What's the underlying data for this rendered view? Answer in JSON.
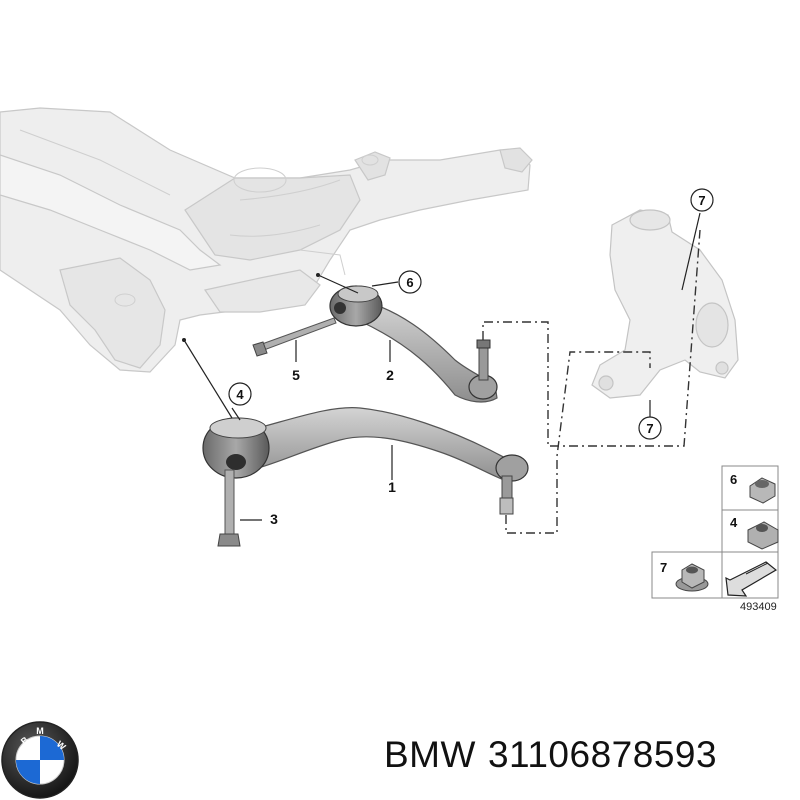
{
  "parts": [
    {
      "id": "1",
      "label": "1"
    },
    {
      "id": "2",
      "label": "2"
    },
    {
      "id": "3",
      "label": "3"
    },
    {
      "id": "4",
      "label": "4"
    },
    {
      "id": "5",
      "label": "5"
    },
    {
      "id": "6",
      "label": "6"
    },
    {
      "id": "7",
      "label": "7"
    }
  ],
  "callouts": {
    "c4": "4",
    "c6": "6",
    "c7_top": "7",
    "c7_bottom": "7"
  },
  "legend": {
    "items": [
      {
        "label": "6",
        "icon": "hex-nut-icon"
      },
      {
        "label": "4",
        "icon": "square-nut-icon"
      },
      {
        "label": "7",
        "icon": "flange-nut-icon"
      }
    ],
    "direction_icon": "arrow-icon"
  },
  "diagram_code": "493409",
  "caption": {
    "brand": "BMW",
    "part_number": "31106878593"
  },
  "colors": {
    "subframe": "#ececec",
    "arm": "#b8b8b8",
    "lines": "#222222"
  },
  "logo": {
    "text": "BMW"
  }
}
